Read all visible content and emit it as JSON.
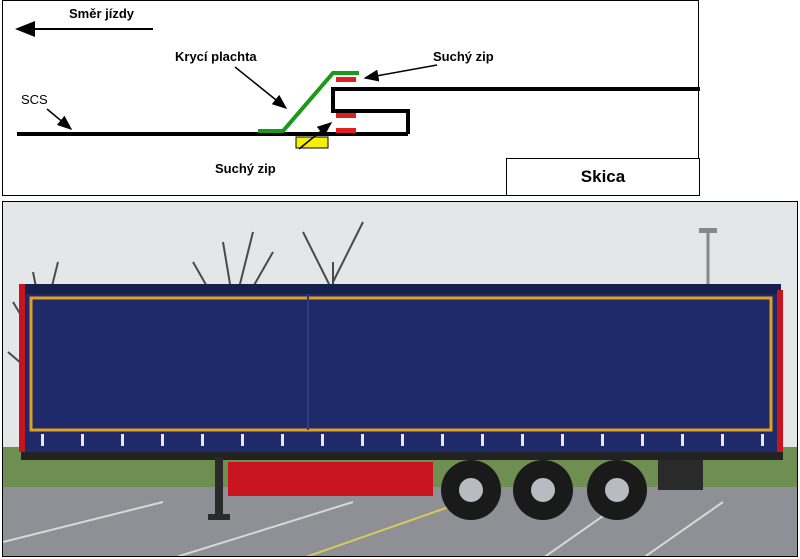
{
  "sketch": {
    "direction_label": "Směr jízdy",
    "cover_label": "Krycí plachta",
    "velcro_top_label": "Suchý zip",
    "velcro_bottom_label": "Suchý zip",
    "scs_label": "SCS",
    "skica_label": "Skica"
  },
  "colors": {
    "cover_line": "#1a9a1a",
    "velcro_red": "#e02020",
    "velcro_yellow": "#f5f000",
    "trailer_curtain": "#1f2a6b",
    "trailer_trim": "#e0a020",
    "chassis_red": "#c8141e"
  },
  "photo": {
    "subject": "curtain-side semi-trailer"
  }
}
